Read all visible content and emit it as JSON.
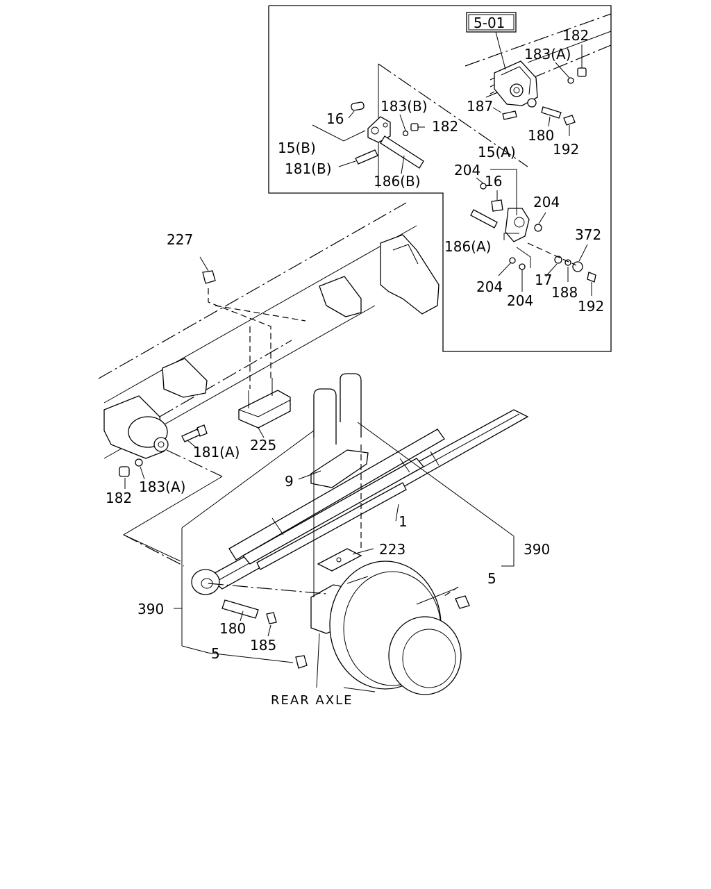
{
  "ref_box": "5-01",
  "labels": {
    "l182_top": "182",
    "l183a_top": "183(A)",
    "l187": "187",
    "l180_top": "180",
    "l192_top": "192",
    "l16_left": "16",
    "l183b": "183(B)",
    "l182_mid": "182",
    "l15b": "15(B)",
    "l181b": "181(B)",
    "l186b": "186(B)",
    "l15a": "15(A)",
    "l204_a": "204",
    "l16_right": "16",
    "l204_b": "204",
    "l186a": "186(A)",
    "l372": "372",
    "l204_c": "204",
    "l17": "17",
    "l188": "188",
    "l204_d": "204",
    "l192_bot": "192",
    "l227": "227",
    "l181a": "181(A)",
    "l225": "225",
    "l182_bot": "182",
    "l183a_bot": "183(A)",
    "l9": "9",
    "l1": "1",
    "l223": "223",
    "l390_right": "390",
    "l5_right": "5",
    "l390_left": "390",
    "l180_bot": "180",
    "l185": "185",
    "l5_bot": "5",
    "rear_axle": "REAR AXLE"
  }
}
